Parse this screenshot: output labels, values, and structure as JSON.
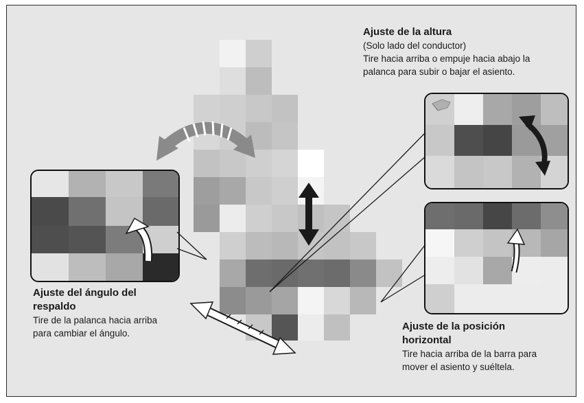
{
  "height_adjust": {
    "title": "Ajuste de la altura",
    "note": "(Solo lado del conductor)",
    "line1": "Tire hacia arriba o empuje hacia abajo la",
    "line2": "palanca para subir o bajar el asiento."
  },
  "recline_adjust": {
    "title_line1": "Ajuste del ángulo del",
    "title_line2": "respaldo",
    "line1": "Tire de la palanca hacia arriba",
    "line2": "para cambiar el ángulo."
  },
  "horizontal_adjust": {
    "title_line1": "Ajuste de la posición",
    "title_line2": "horizontal",
    "line1": "Tire hacia arriba de la barra para",
    "line2": "mover el asiento y suéltela."
  },
  "colors": {
    "background": "#e6e6e6",
    "frame_border": "#2a2a2a",
    "arrow_dark": "#1a1a1a",
    "arrow_gray": "#8a8a8a",
    "arrow_white": "#ffffff"
  }
}
